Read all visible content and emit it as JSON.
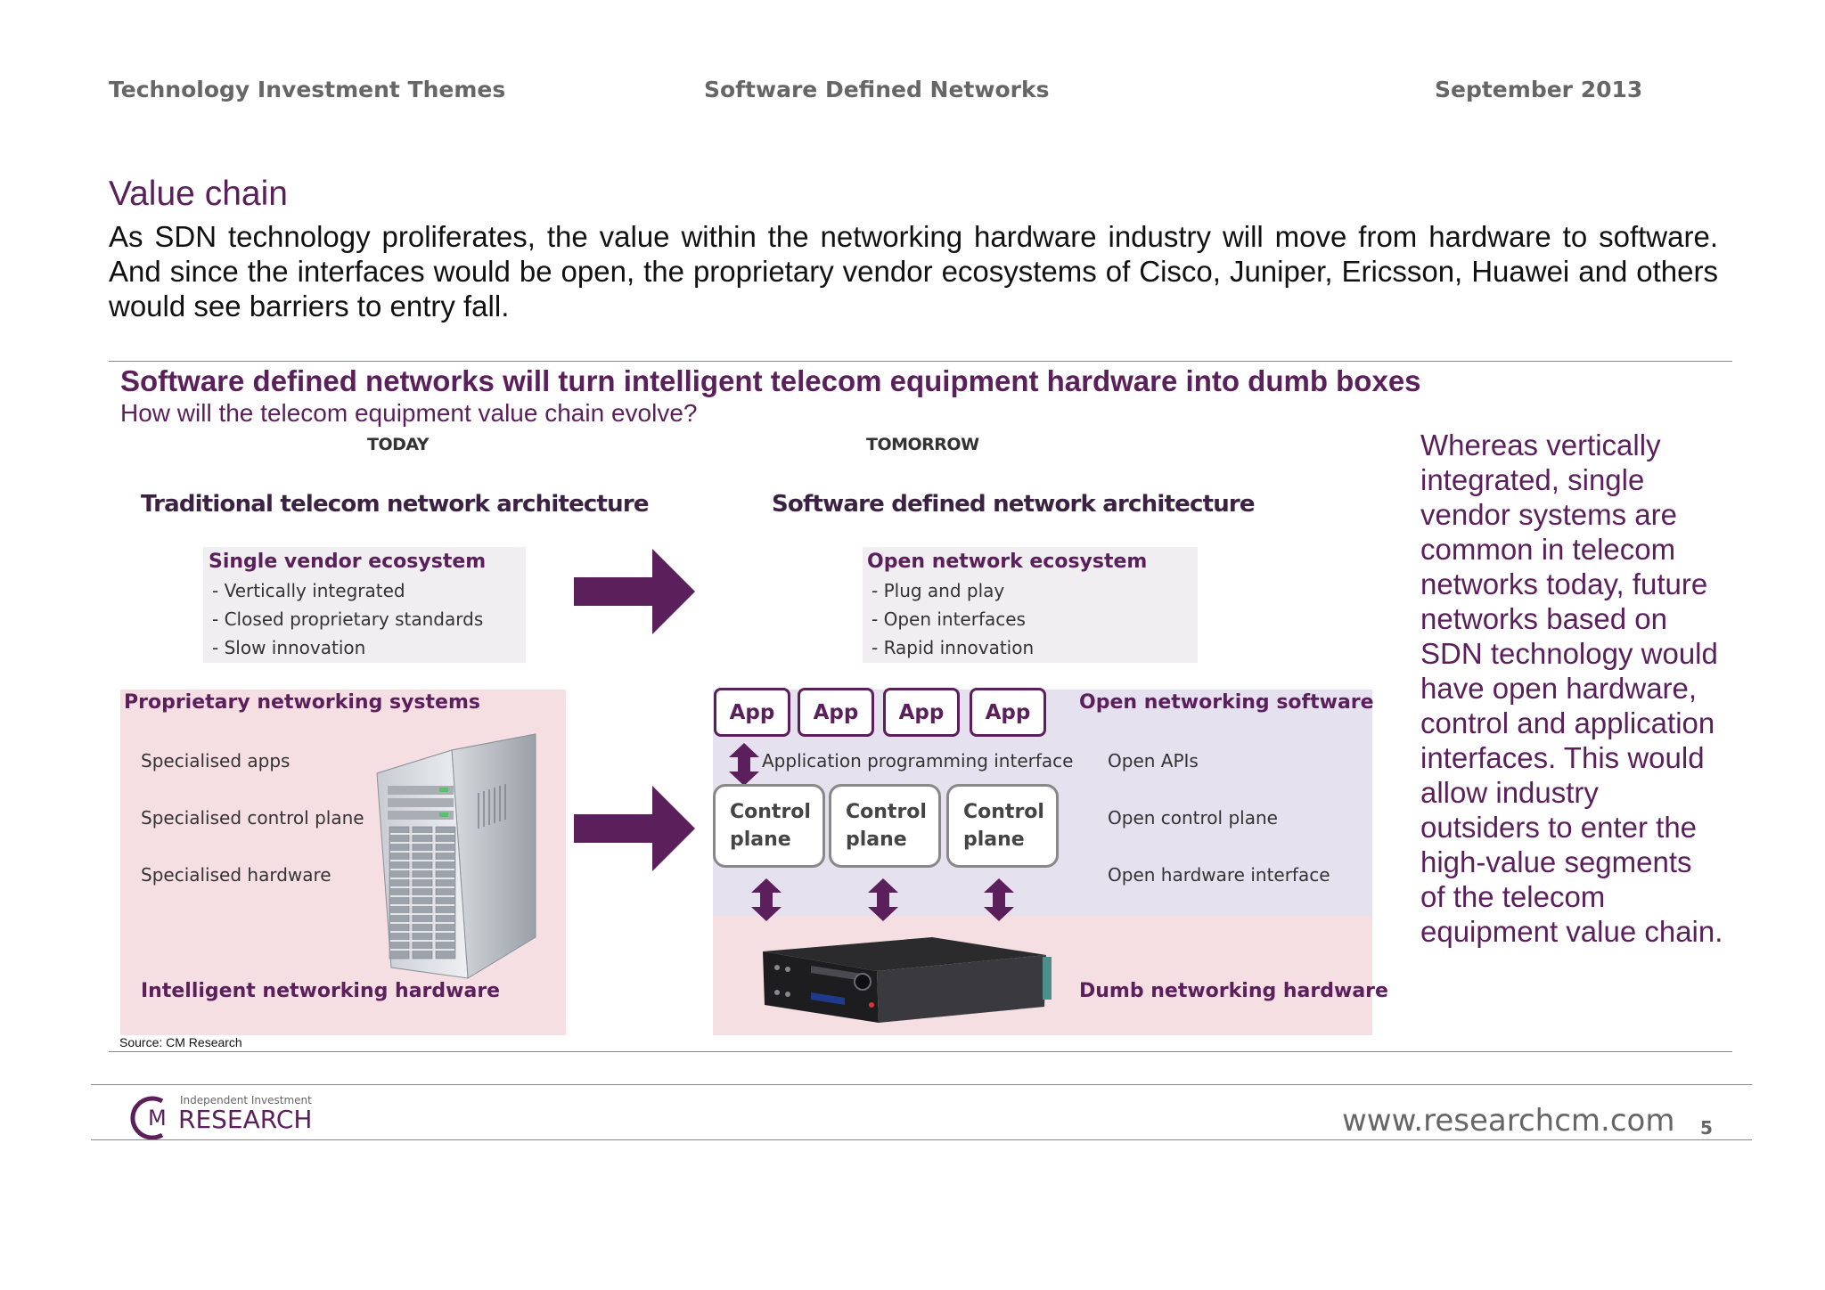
{
  "header": {
    "left": "Technology Investment Themes",
    "center": "Software Defined Networks",
    "right": "September 2013"
  },
  "section": {
    "title": "Value chain",
    "intro": "As SDN technology proliferates, the value within the networking hardware industry will move from hardware to software. And since the interfaces would be open, the proprietary vendor ecosystems of Cisco, Juniper, Ericsson, Huawei and others would see barriers to entry fall."
  },
  "figure": {
    "title": "Software defined networks will turn intelligent telecom equipment hardware into dumb boxes",
    "subtitle": "How will the telecom equipment value chain evolve?",
    "today": {
      "label": "TODAY",
      "architecture": "Traditional telecom network architecture",
      "ecosystem_title": "Single vendor ecosystem",
      "ecosystem_items": [
        "- Vertically integrated",
        "- Closed proprietary standards",
        "- Slow innovation"
      ],
      "systems_title": "Proprietary networking systems",
      "layers": [
        "Specialised apps",
        "Specialised control plane",
        "Specialised hardware"
      ],
      "hardware_label": "Intelligent networking hardware"
    },
    "tomorrow": {
      "label": "TOMORROW",
      "architecture": "Software defined network architecture",
      "ecosystem_title": "Open network ecosystem",
      "ecosystem_items": [
        "- Plug and play",
        "- Open interfaces",
        "- Rapid innovation"
      ],
      "apps": [
        "App",
        "App",
        "App",
        "App"
      ],
      "api_label": "Application programming interface",
      "control_planes": [
        "Control plane",
        "Control plane",
        "Control plane"
      ],
      "software_title": "Open networking software",
      "layers": [
        "Open APIs",
        "Open control plane",
        "Open hardware interface"
      ],
      "hardware_label": "Dumb networking hardware"
    },
    "source": "Source:  CM Research"
  },
  "sidebar_text": "Whereas vertically integrated, single vendor systems are common in telecom networks today, future networks based on SDN technology would have open hardware, control and application interfaces. This would allow industry outsiders to enter the high-value segments of the telecom equipment value chain.",
  "footer": {
    "logo_tagline": "Independent Investment",
    "logo_name": "RESEARCH",
    "logo_mark": "M",
    "url": "www.researchcm.com",
    "page": "5"
  },
  "colors": {
    "brand_purple": "#5b1f5c",
    "pink_panel": "#f6dfe3",
    "lavender_panel": "#e6e1ee",
    "grey_box": "#f1eef1"
  }
}
